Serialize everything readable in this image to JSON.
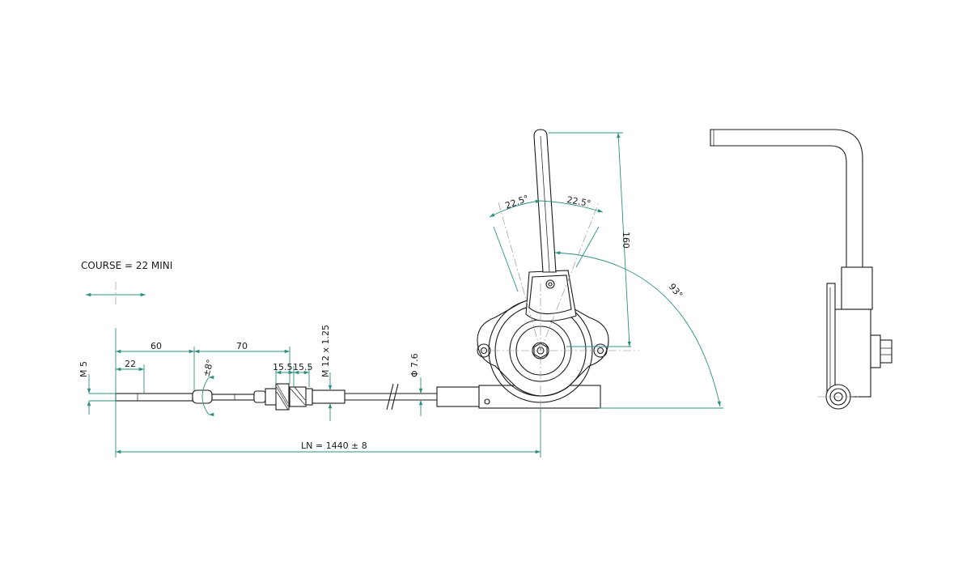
{
  "note": {
    "course": "COURSE = 22 MINI"
  },
  "dimensions": {
    "d60": "60",
    "d70": "70",
    "d22": "22",
    "m5": "M 5",
    "angle8": "±8°",
    "d15_5_a": "15.5",
    "d15_5_b": "15.5",
    "thread": "M 12 x 1.25",
    "dia": "Φ 7.6",
    "ln": "LN = 1440 ± 8",
    "angle22_5_left": "22.5°",
    "angle22_5_right": "22.5°",
    "h160": "160",
    "angle93": "93°"
  },
  "colors": {
    "dimension": "#2f8f7f",
    "outline": "#1a1a1a"
  }
}
